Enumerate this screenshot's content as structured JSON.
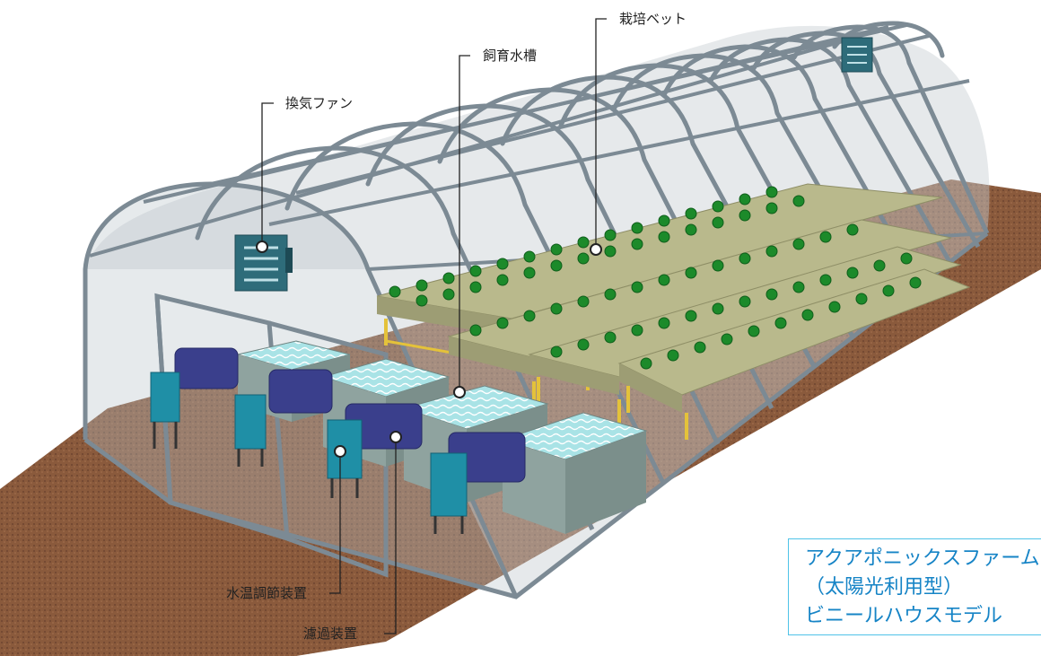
{
  "labels": {
    "fan": "換気ファン",
    "tank": "飼育水槽",
    "bed": "栽培ベット",
    "heater": "水温調節装置",
    "filter": "濾過装置"
  },
  "caption": {
    "line1": "アクアポニックスファーム",
    "line2": "（太陽光利用型）",
    "line3": "ビニールハウスモデル"
  },
  "colors": {
    "frame": "#7c8a94",
    "soil": "#8a5a3c",
    "tank_water": "#a9e3e6",
    "tank_body": "#8fa39f",
    "cover": "#3a3f8c",
    "control_box": "#1f8fa6",
    "plant": "#1c8a2a",
    "bed": "#b9b98c",
    "stand": "#e4c23a",
    "caption_border": "#4fc3e8",
    "caption_text": "#1684c6"
  }
}
